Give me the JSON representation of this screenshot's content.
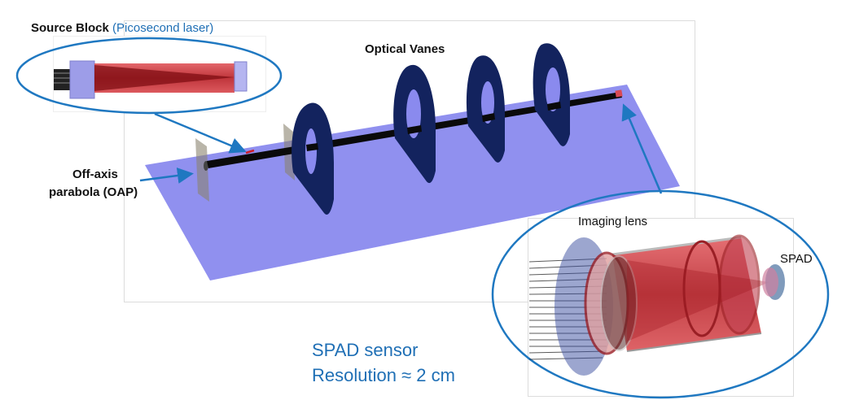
{
  "labels": {
    "source_block": "Source Block",
    "source_block_detail_open": "(",
    "source_block_detail": "Picosecond laser",
    "source_block_detail_close": ")",
    "optical_vanes": "Optical Vanes",
    "oap_line1": "Off-axis",
    "oap_line2": "parabola (OAP)",
    "imaging_lens": "Imaging lens",
    "spad": "SPAD",
    "spad_sensor": "SPAD sensor",
    "resolution": "Resolution ≈ 2 cm"
  },
  "colors": {
    "callout_blue": "#1f78c1",
    "text_blue": "#1f6fb5",
    "vane_navy": "#13235e",
    "plane_lavender": "#8a8aee",
    "beam_red": "#c8282d",
    "tube_black": "#0a0a0a"
  }
}
